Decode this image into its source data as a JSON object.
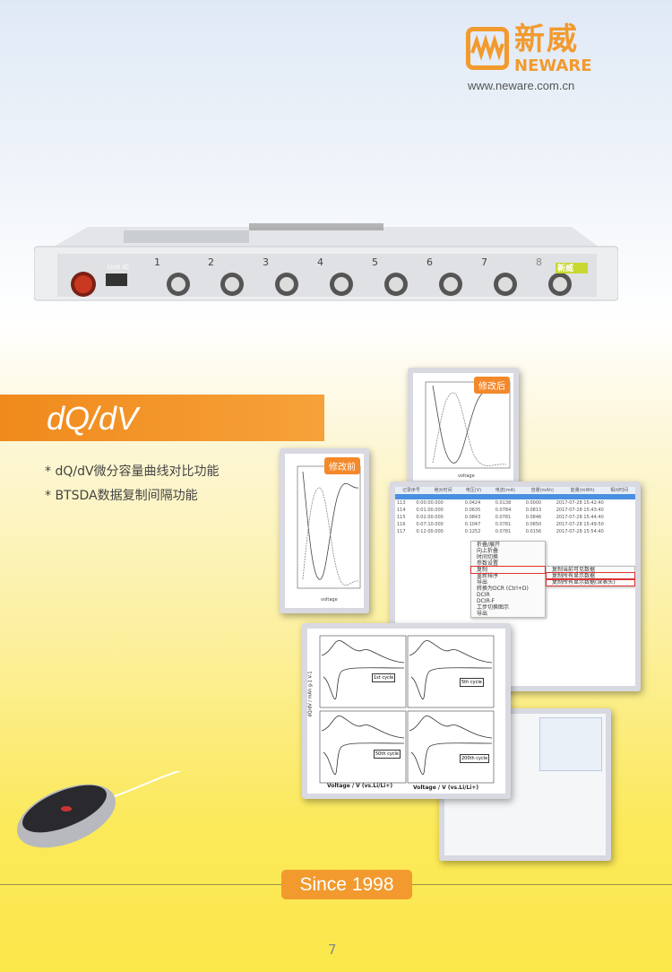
{
  "brand": {
    "name_cn": "新威",
    "name_en": "NEWARE",
    "url": "www.neware.com.cn"
  },
  "device": {
    "unit_label": "Unit ID",
    "channels": [
      "1",
      "2",
      "3",
      "4",
      "5",
      "6",
      "7",
      "8"
    ],
    "badge": "新威"
  },
  "section": {
    "title": "dQ/dV",
    "bullets": [
      "* dQ/dV微分容量曲线对比功能",
      "* BTSDA数据复制间隔功能"
    ]
  },
  "panels": {
    "after_tag": "修改后",
    "before_tag": "修改前",
    "xlabel": "voltage"
  },
  "software": {
    "headers": [
      "记录序号",
      "绝对时间",
      "电压(V)",
      "电流(mA)",
      "容量(mAh)",
      "能量(mWh)",
      "相对时间"
    ],
    "rows": [
      [
        "113",
        "0:00:00.000",
        "0.0424",
        "0.0138",
        "0.0000",
        "2017-07-28 15:42:40"
      ],
      [
        "114",
        "0:01:00.000",
        "0.0635",
        "0.0784",
        "0.0813",
        "2017-07-28 15:43:40"
      ],
      [
        "115",
        "0:02:00.000",
        "0.0843",
        "0.0781",
        "0.0846",
        "2017-07-28 15:44:40"
      ],
      [
        "116",
        "0:07:10.000",
        "0.1047",
        "0.0781",
        "0.0850",
        "2017-07-28 15:49:50"
      ],
      [
        "117",
        "0:12:00.000",
        "0.1252",
        "0.0781",
        "0.0156",
        "2017-07-28 15:54:40"
      ]
    ],
    "menu": [
      "折叠/展开",
      "向上折叠",
      "时间切换",
      "参数设置",
      "复制",
      "重新排序",
      "导出",
      "转换为DCR (Ctrl+D)",
      "DCIR",
      "DCIR-F",
      "工步切换图示",
      "导出"
    ],
    "submenu": [
      "复制当前可见数据",
      "复制所有显示数据",
      "复制所有显示数据(含表头)"
    ]
  },
  "dqdv": {
    "cycles": [
      "1st cycle",
      "5th cycle",
      "50th cycle",
      "200th cycle"
    ],
    "xlabel": "Voltage / V (vs.Li/Li+)",
    "ylabel": "dQ/dV / mAh g-1 V-1"
  },
  "footer": {
    "since": "Since 1998",
    "page": "7"
  },
  "colors": {
    "brand_orange": "#f29a2e",
    "highlight_red": "#d33333"
  }
}
